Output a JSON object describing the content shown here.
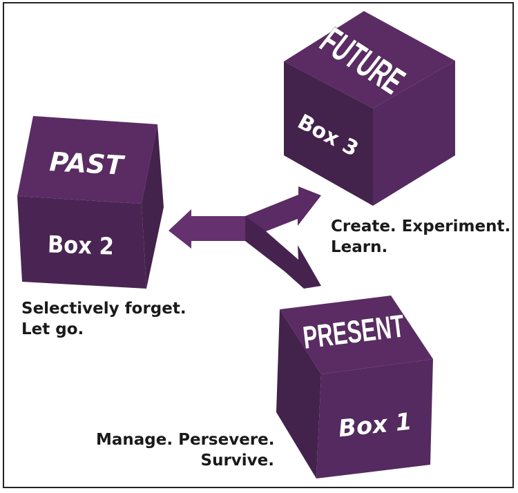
{
  "colors": {
    "cube_top": "#5b2c64",
    "cube_front": "#552a60",
    "cube_side": "#43224c",
    "arrow_main": "#65316f",
    "arrow_upper": "#5a2b64",
    "arrow_lower": "#46234e",
    "text": "#1a1a1a",
    "label": "#ffffff"
  },
  "cubes": {
    "future": {
      "top_label": "FUTURE",
      "front_label": "Box 3"
    },
    "past": {
      "top_label": "PAST",
      "front_label": "Box 2"
    },
    "present": {
      "top_label": "PRESENT",
      "front_label": "Box 1"
    }
  },
  "captions": {
    "future": [
      "Create. Experiment.",
      "Learn."
    ],
    "past": [
      "Selectively forget.",
      "Let go."
    ],
    "present": [
      "Manage. Persevere.",
      "Survive."
    ]
  },
  "arrows": {
    "directions": [
      "to-past",
      "to-future",
      "to-present"
    ]
  }
}
